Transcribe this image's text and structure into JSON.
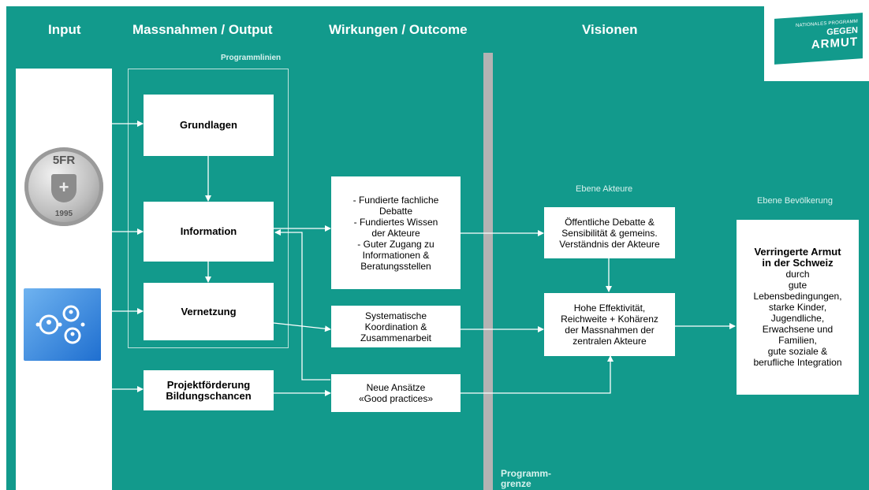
{
  "headers": {
    "input": "Input",
    "massnahmen": "Massnahmen / Output",
    "wirkungen": "Wirkungen / Outcome",
    "visionen": "Visionen"
  },
  "logo": {
    "line1": "NATIONALES PROGRAMM",
    "line2": "GEGEN",
    "line3": "ARMUT"
  },
  "programmlinien_label": "Programmlinien",
  "input_images": {
    "coin_text": "5FR",
    "coin_year": "1995"
  },
  "boxes": {
    "grundlagen": "Grundlagen",
    "information": "Information",
    "vernetzung": "Vernetzung",
    "projektfoerderung": [
      "Projektförderung",
      "Bildungschancen"
    ],
    "outcome1": [
      "- Fundierte fachliche",
      "Debatte",
      "- Fundiertes Wissen",
      "der Akteure",
      "- Guter Zugang zu",
      "Informationen &",
      "Beratungsstellen"
    ],
    "outcome2": [
      "Systematische",
      "Koordination &",
      "Zusammenarbeit"
    ],
    "outcome3": [
      "Neue Ansätze",
      "«Good practices»"
    ],
    "akteure1": [
      "Öffentliche Debatte &",
      "Sensibilität & gemeins.",
      "Verständnis der Akteure"
    ],
    "akteure2": [
      "Hohe Effektivität,",
      "Reichweite + Kohärenz",
      "der Massnahmen der",
      "zentralen Akteure"
    ],
    "vision_title": [
      "Verringerte Armut",
      "in der Schweiz"
    ],
    "vision_body": [
      "durch",
      "gute",
      "Lebensbedingungen,",
      "starke Kinder,",
      "Jugendliche,",
      "Erwachsene und",
      "Familien,",
      "gute soziale &",
      "berufliche Integration"
    ]
  },
  "labels": {
    "ebene_akteure": "Ebene Akteure",
    "ebene_bevoelkerung": "Ebene Bevölkerung",
    "programmgrenze": [
      "Programm-",
      "grenze"
    ]
  },
  "colors": {
    "background": "#129a8c",
    "boxes": "#ffffff",
    "boundary": "#b3b3b3"
  }
}
